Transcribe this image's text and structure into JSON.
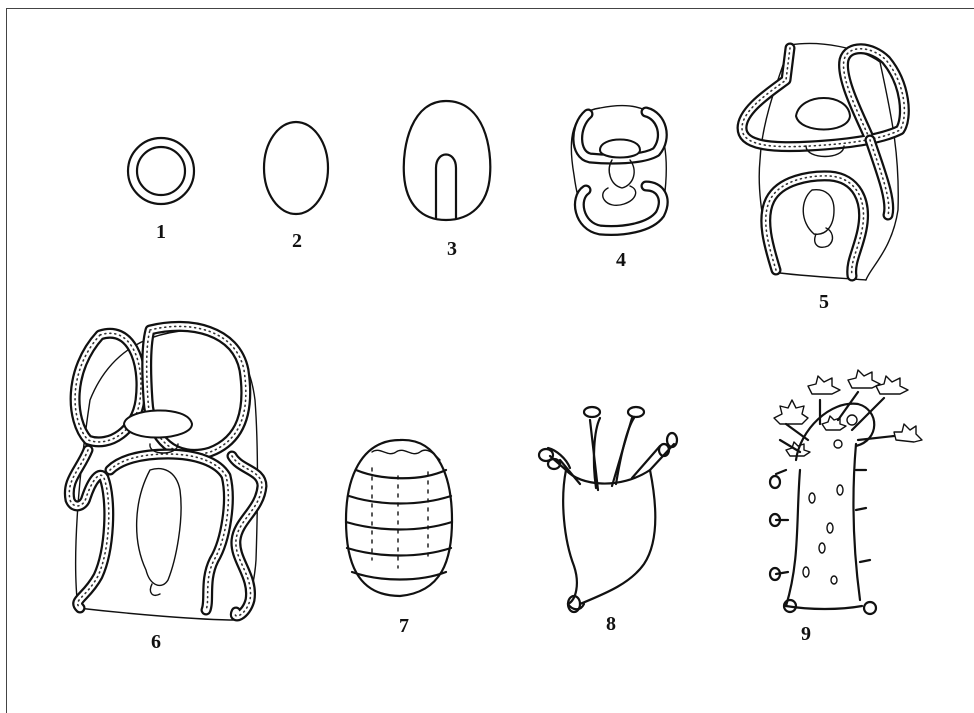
{
  "figure": {
    "stage_labels": [
      "1",
      "2",
      "3",
      "4",
      "5",
      "6",
      "7",
      "8",
      "9"
    ]
  }
}
